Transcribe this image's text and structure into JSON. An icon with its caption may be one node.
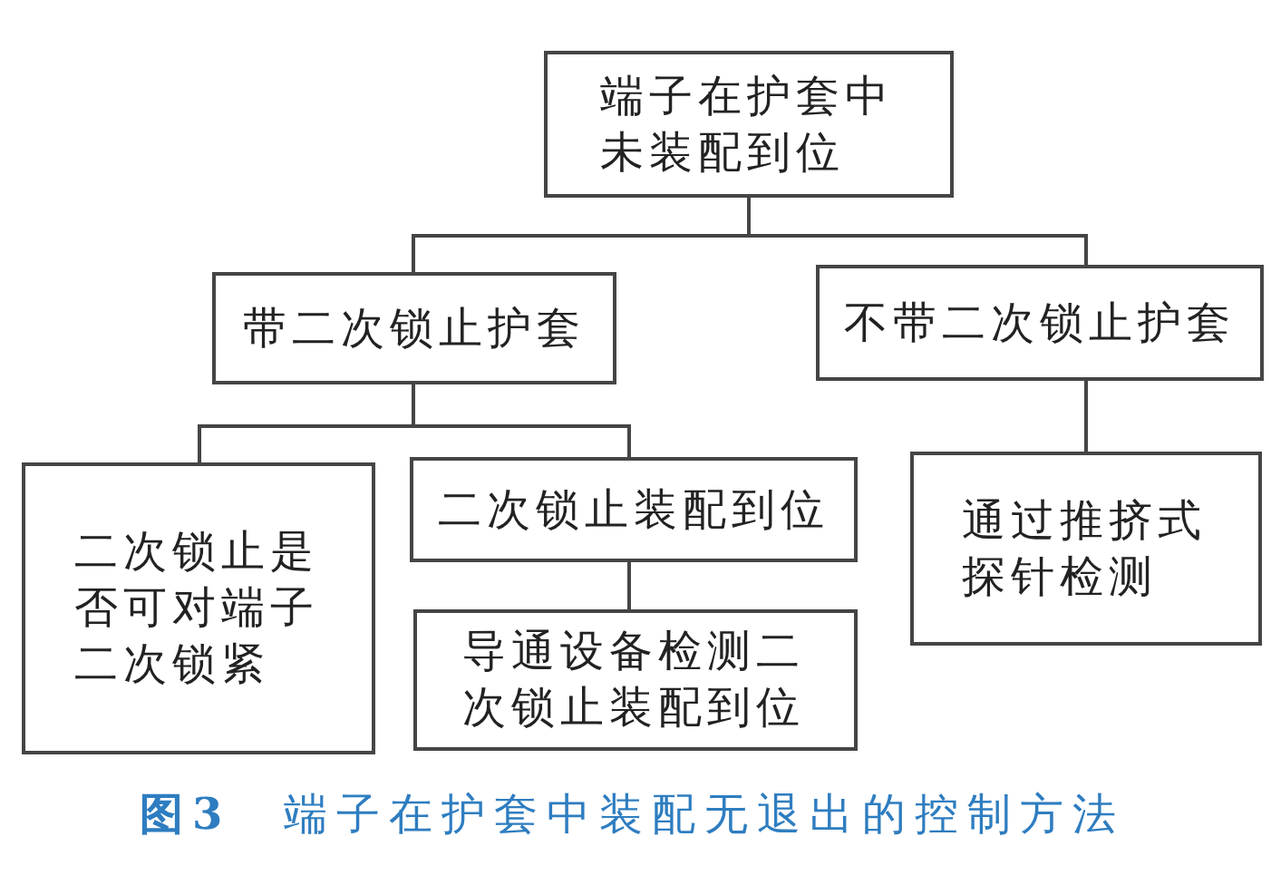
{
  "diagram": {
    "caption": "**图3**　端子在护套中装配无退出的控制方法",
    "nodes": [
      {
        "text": [
          "端子在护套中未装配到位"
        ]
      },
      {
        "text": [
          "带二次锁止护套"
        ]
      },
      {
        "text": [
          "不带二次锁止护套"
        ]
      },
      {
        "text": [
          "二次锁止是否可对端子二次锁紧"
        ]
      },
      {
        "text": [
          "二次锁止装配到位"
        ]
      },
      {
        "text": [
          "导通设备检测二次锁止装配到位"
        ]
      },
      {
        "text": [
          "通过推挤式探针检测"
        ]
      }
    ],
    "edges": [
      {
        "from": 0,
        "to": 1,
        "arrow": "none"
      },
      {
        "from": 0,
        "to": 2,
        "arrow": "none"
      },
      {
        "from": 1,
        "to": 3,
        "arrow": "none"
      },
      {
        "from": 1,
        "to": 4,
        "arrow": "none"
      },
      {
        "from": 4,
        "to": 5,
        "arrow": "none"
      },
      {
        "from": 2,
        "to": 6,
        "arrow": "none"
      }
    ]
  }
}
